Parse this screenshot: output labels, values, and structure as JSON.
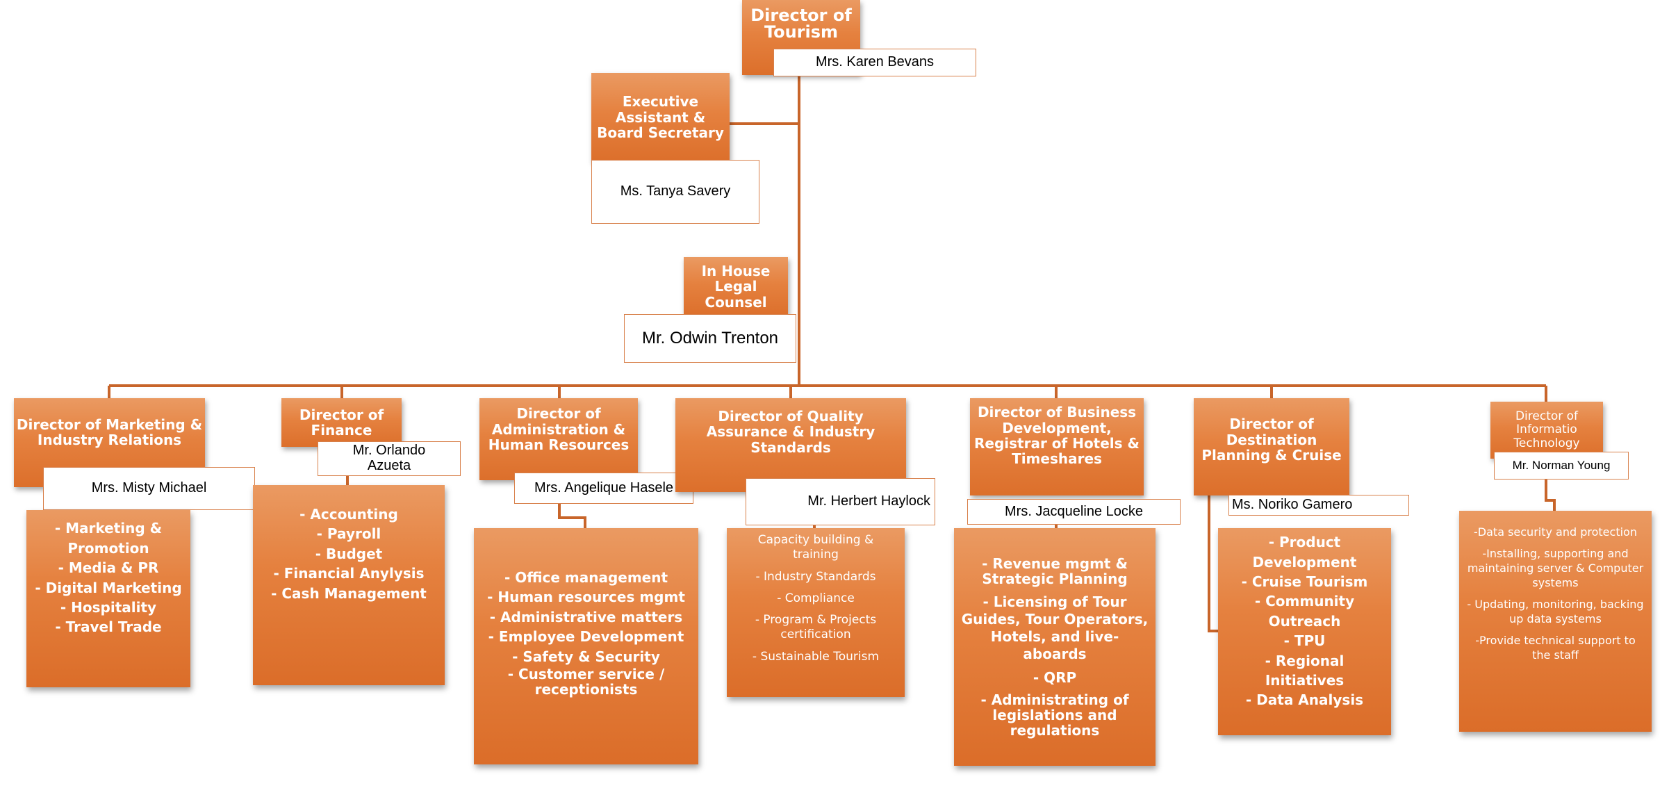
{
  "chart_title": "",
  "top": {
    "title": "Director of Tourism",
    "name": "Mrs. Karen Bevans"
  },
  "exec": {
    "title": "Executive Assistant & Board Secretary",
    "name": "Ms. Tanya Savery"
  },
  "legal": {
    "title": "In House Legal Counsel",
    "name": "Mr. Odwin Trenton"
  },
  "departments": [
    {
      "title": "Director of Marketing & Industry Relations",
      "name": "Mrs. Misty Michael",
      "duties": [
        "- Marketing & Promotion",
        "- Media & PR",
        "- Digital Marketing",
        "- Hospitality",
        "- Travel Trade"
      ]
    },
    {
      "title": "Director of Finance",
      "name": "Mr. Orlando Azueta",
      "duties": [
        "- Accounting",
        "- Payroll",
        "- Budget",
        "- Financial Anylysis",
        "- Cash Management"
      ]
    },
    {
      "title": "Director of Administration & Human Resources",
      "name": "Mrs. Angelique Hasele",
      "duties": [
        "- Office management",
        "- Human resources mgmt",
        "- Administrative matters",
        "- Employee Development",
        "- Safety & Security",
        "- Customer service / receptionists"
      ]
    },
    {
      "title": "Director of Quality Assurance & Industry Standards",
      "name": "Mr. Herbert Haylock",
      "duties": [
        "Capacity building & training",
        "- Industry Standards",
        "- Compliance",
        "- Program & Projects certification",
        "- Sustainable Tourism"
      ]
    },
    {
      "title": "Director of Business Development, Registrar of Hotels & Timeshares",
      "name": "Mrs. Jacqueline Locke",
      "duties": [
        "- Revenue mgmt & Strategic Planning",
        "- Licensing of Tour Guides, Tour Operators, Hotels, and live- aboards",
        "- QRP",
        "- Administrating of legislations  and regulations"
      ]
    },
    {
      "title": "Director of Destination Planning & Cruise",
      "name": "Ms. Noriko Gamero",
      "duties": [
        "- Product Development",
        "- Cruise Tourism",
        "- Community Outreach",
        "- TPU",
        "- Regional Initiatives",
        "- Data Analysis"
      ]
    },
    {
      "title": "Director of Informatio Technology",
      "name": "Mr. Norman Young",
      "duties": [
        "-Data security and protection",
        "-Installing, supporting and maintaining server & Computer systems",
        "- Updating, monitoring, backing up data systems",
        "-Provide technical support to the staff"
      ]
    }
  ],
  "colors": {
    "box": "#e5813f",
    "line": "#c8652a",
    "name_border": "#d8804a",
    "text": "#ffffff"
  }
}
